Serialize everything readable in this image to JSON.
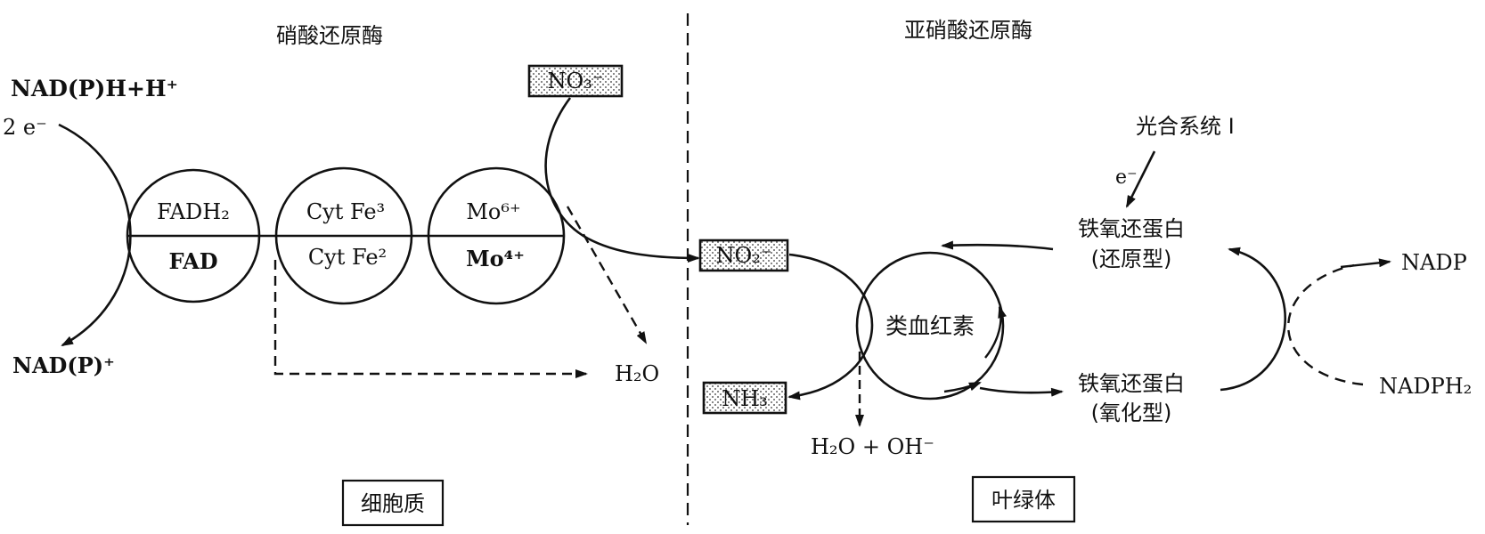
{
  "nitrate_reductase": {
    "title": "硝酸还原酶",
    "electron_donor": "NAD(P)H+H⁺",
    "electrons": "2 e⁻",
    "donor_oxidized": "NAD(P)⁺",
    "circles": [
      {
        "top": "FADH₂",
        "bottom": "FAD"
      },
      {
        "top": "Cyt Fe³",
        "bottom": "Cyt Fe²"
      },
      {
        "top": "Mo⁶⁺",
        "bottom": "Mo⁴⁺"
      }
    ],
    "substrate": "NO₃⁻",
    "water": "H₂O",
    "compartment": "细胞质"
  },
  "nitrite_reductase": {
    "title": "亚硝酸还原酶",
    "substrate": "NO₂⁻",
    "product": "NH₃",
    "cofactor": "类血红素",
    "byproducts": "H₂O + OH⁻",
    "photosystem": "光合系统 I",
    "electron": "e⁻",
    "ferredoxin_reduced": [
      "铁氧还蛋白",
      "(还原型)"
    ],
    "ferredoxin_oxidized": [
      "铁氧还蛋白",
      "(氧化型)"
    ],
    "nadp": "NADP",
    "nadph": "NADPH₂",
    "compartment": "叶绿体"
  }
}
